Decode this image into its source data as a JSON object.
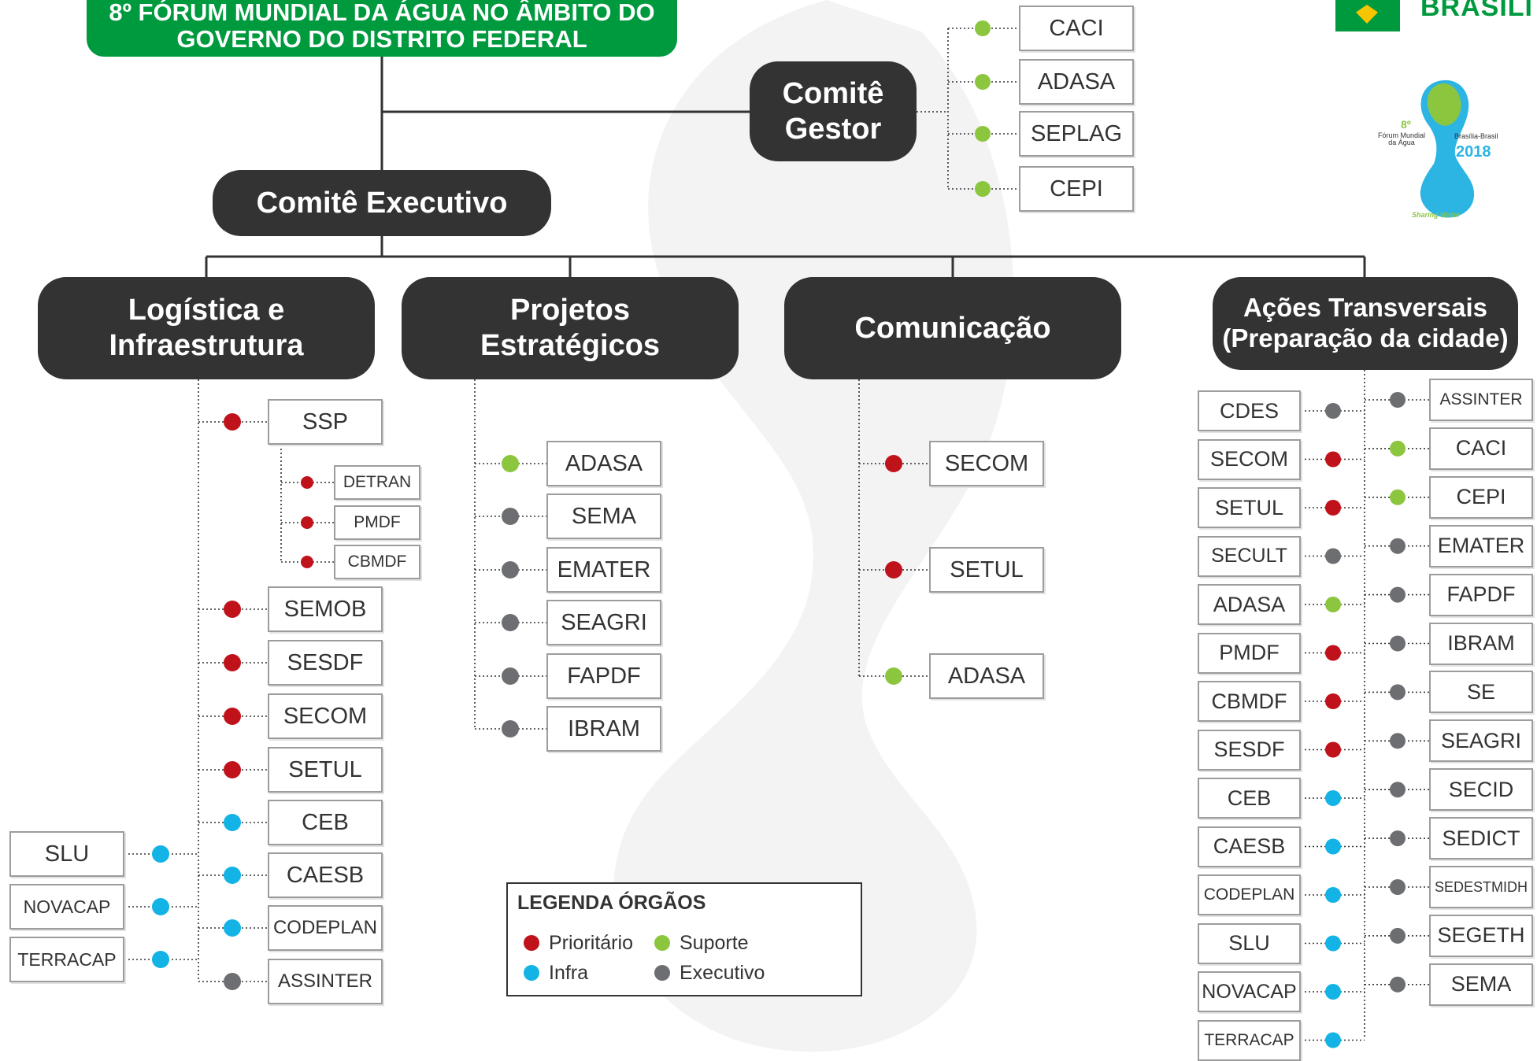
{
  "title": {
    "line1": "8º FÓRUM MUNDIAL DA ÁGUA NO ÂMBITO DO",
    "line2": "GOVERNO DO DISTRITO FEDERAL"
  },
  "brand": {
    "text": "BRASILI"
  },
  "logo": {
    "edition": "8º",
    "name": "Fórum Mundial da Água",
    "city": "Brasília-Brasil",
    "year": "2018",
    "tagline": "Sharing Water"
  },
  "comite_gestor": {
    "label_line1": "Comitê",
    "label_line2": "Gestor",
    "members": [
      {
        "name": "CACI",
        "role": "suporte"
      },
      {
        "name": "ADASA",
        "role": "suporte"
      },
      {
        "name": "SEPLAG",
        "role": "suporte"
      },
      {
        "name": "CEPI",
        "role": "suporte"
      }
    ]
  },
  "comite_executivo": {
    "label": "Comitê Executivo"
  },
  "branches": {
    "logistica": {
      "label_line1": "Logística e",
      "label_line2": "Infraestrutura",
      "members": [
        {
          "name": "SSP",
          "role": "prioritario"
        },
        {
          "name": "SEMOB",
          "role": "prioritario"
        },
        {
          "name": "SESDF",
          "role": "prioritario"
        },
        {
          "name": "SECOM",
          "role": "prioritario"
        },
        {
          "name": "SETUL",
          "role": "prioritario"
        },
        {
          "name": "CEB",
          "role": "infra"
        },
        {
          "name": "CAESB",
          "role": "infra"
        },
        {
          "name": "CODEPLAN",
          "role": "infra"
        },
        {
          "name": "ASSINTER",
          "role": "executivo"
        }
      ],
      "ssp_sub": [
        {
          "name": "DETRAN",
          "role": "prioritario"
        },
        {
          "name": "PMDF",
          "role": "prioritario"
        },
        {
          "name": "CBMDF",
          "role": "prioritario"
        }
      ],
      "left_members": [
        {
          "name": "SLU",
          "role": "infra"
        },
        {
          "name": "NOVACAP",
          "role": "infra"
        },
        {
          "name": "TERRACAP",
          "role": "infra"
        }
      ]
    },
    "projetos": {
      "label_line1": "Projetos",
      "label_line2": "Estratégicos",
      "members": [
        {
          "name": "ADASA",
          "role": "suporte"
        },
        {
          "name": "SEMA",
          "role": "executivo"
        },
        {
          "name": "EMATER",
          "role": "executivo"
        },
        {
          "name": "SEAGRI",
          "role": "executivo"
        },
        {
          "name": "FAPDF",
          "role": "executivo"
        },
        {
          "name": "IBRAM",
          "role": "executivo"
        }
      ]
    },
    "comunicacao": {
      "label": "Comunicação",
      "members": [
        {
          "name": "SECOM",
          "role": "prioritario"
        },
        {
          "name": "SETUL",
          "role": "prioritario"
        },
        {
          "name": "ADASA",
          "role": "suporte"
        }
      ]
    },
    "acoes": {
      "label_line1": "Ações Transversais",
      "label_line2": "(Preparação da cidade)",
      "left_members": [
        {
          "name": "CDES",
          "role": "executivo"
        },
        {
          "name": "SECOM",
          "role": "prioritario"
        },
        {
          "name": "SETUL",
          "role": "prioritario"
        },
        {
          "name": "SECULT",
          "role": "executivo"
        },
        {
          "name": "ADASA",
          "role": "suporte"
        },
        {
          "name": "PMDF",
          "role": "prioritario"
        },
        {
          "name": "CBMDF",
          "role": "prioritario"
        },
        {
          "name": "SESDF",
          "role": "prioritario"
        },
        {
          "name": "CEB",
          "role": "infra"
        },
        {
          "name": "CAESB",
          "role": "infra"
        },
        {
          "name": "CODEPLAN",
          "role": "infra"
        },
        {
          "name": "SLU",
          "role": "infra"
        },
        {
          "name": "NOVACAP",
          "role": "infra"
        },
        {
          "name": "TERRACAP",
          "role": "infra"
        }
      ],
      "right_members": [
        {
          "name": "ASSINTER",
          "role": "executivo"
        },
        {
          "name": "CACI",
          "role": "suporte"
        },
        {
          "name": "CEPI",
          "role": "suporte"
        },
        {
          "name": "EMATER",
          "role": "executivo"
        },
        {
          "name": "FAPDF",
          "role": "executivo"
        },
        {
          "name": "IBRAM",
          "role": "executivo"
        },
        {
          "name": "SE",
          "role": "executivo"
        },
        {
          "name": "SEAGRI",
          "role": "executivo"
        },
        {
          "name": "SECID",
          "role": "executivo"
        },
        {
          "name": "SEDICT",
          "role": "executivo"
        },
        {
          "name": "SEDESTMIDH",
          "role": "executivo"
        },
        {
          "name": "SEGETH",
          "role": "executivo"
        },
        {
          "name": "SEMA",
          "role": "executivo"
        }
      ]
    }
  },
  "legend": {
    "title": "LEGENDA ÓRGÃOS",
    "items": {
      "prioritario": {
        "label": "Prioritário",
        "color": "#c0121b"
      },
      "suporte": {
        "label": "Suporte",
        "color": "#8cc63f"
      },
      "infra": {
        "label": "Infra",
        "color": "#14b3e6"
      },
      "executivo": {
        "label": "Executivo",
        "color": "#6d6e71"
      }
    }
  },
  "colors": {
    "green_banner": "#009a3e",
    "dark_pill": "#333333",
    "box_border": "#9c9c9c"
  }
}
